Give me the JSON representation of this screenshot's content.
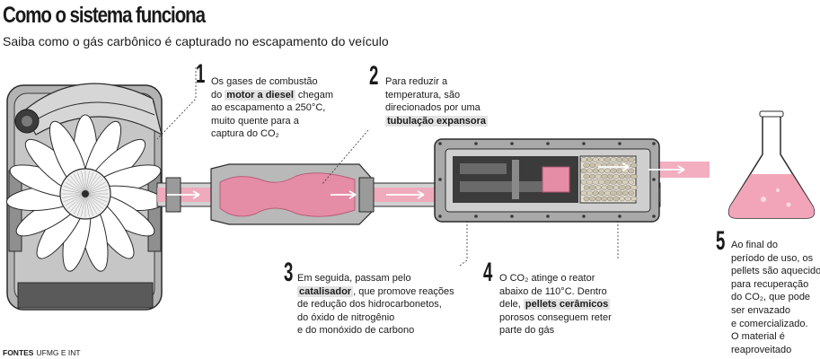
{
  "header": {
    "title": "Como o sistema funciona",
    "subtitle": "Saiba como o gás carbônico é capturado no escapamento do veículo"
  },
  "steps": [
    {
      "number": "1",
      "segments": [
        [
          {
            "t": "Os gases de combustão",
            "b": false
          }
        ],
        [
          {
            "t": "do ",
            "b": false
          },
          {
            "t": "motor a diesel",
            "b": true
          },
          {
            "t": " chegam",
            "b": false
          }
        ],
        [
          {
            "t": "ao escapamento a 250°C,",
            "b": false
          }
        ],
        [
          {
            "t": "muito quente para a",
            "b": false
          }
        ],
        [
          {
            "t": "captura do CO₂",
            "b": false
          }
        ]
      ]
    },
    {
      "number": "2",
      "segments": [
        [
          {
            "t": "Para reduzir a",
            "b": false
          }
        ],
        [
          {
            "t": "temperatura, são",
            "b": false
          }
        ],
        [
          {
            "t": "direcionados por uma",
            "b": false
          }
        ],
        [
          {
            "t": "tubulação expansora",
            "b": true
          }
        ]
      ]
    },
    {
      "number": "3",
      "segments": [
        [
          {
            "t": "Em seguida, passam pelo",
            "b": false
          }
        ],
        [
          {
            "t": "catalisador",
            "b": true
          },
          {
            "t": ", que promove reações",
            "b": false
          }
        ],
        [
          {
            "t": "de redução dos hidrocarbonetos,",
            "b": false
          }
        ],
        [
          {
            "t": "do óxido de nitrogênio",
            "b": false
          }
        ],
        [
          {
            "t": "e do monóxido de carbono",
            "b": false
          }
        ]
      ]
    },
    {
      "number": "4",
      "segments": [
        [
          {
            "t": "O CO₂ atinge o reator",
            "b": false
          }
        ],
        [
          {
            "t": "abaixo de 110°C. Dentro",
            "b": false
          }
        ],
        [
          {
            "t": "dele, ",
            "b": false
          },
          {
            "t": "pellets cerâmicos",
            "b": true
          }
        ],
        [
          {
            "t": "porosos conseguem reter",
            "b": false
          }
        ],
        [
          {
            "t": "parte do gás",
            "b": false
          }
        ]
      ]
    },
    {
      "number": "5",
      "segments": [
        [
          {
            "t": "Ao final do",
            "b": false
          }
        ],
        [
          {
            "t": "período de uso, os",
            "b": false
          }
        ],
        [
          {
            "t": "pellets são aquecidos",
            "b": false
          }
        ],
        [
          {
            "t": "para recuperação",
            "b": false
          }
        ],
        [
          {
            "t": "do CO₂, que pode",
            "b": false
          }
        ],
        [
          {
            "t": "ser envazado",
            "b": false
          }
        ],
        [
          {
            "t": "e comercializado.",
            "b": false
          }
        ],
        [
          {
            "t": "O material é",
            "b": false
          }
        ],
        [
          {
            "t": "reaproveitado",
            "b": false
          }
        ]
      ]
    }
  ],
  "footer": {
    "label": "FONTES",
    "value": "UFMG E INT"
  },
  "colors": {
    "gas": "#f2a5b9",
    "gas_dark": "#d9758f",
    "metal": "#a9a9a9",
    "metal_dark": "#5b5b5b",
    "outline": "#2b2b2b"
  }
}
